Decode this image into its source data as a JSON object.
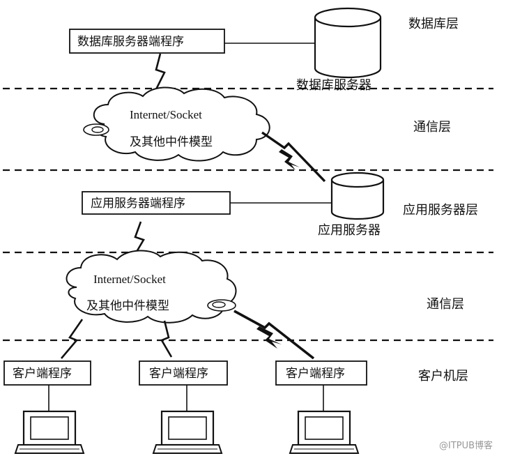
{
  "layers": {
    "database": "数据库层",
    "comm_top": "通信层",
    "app_server": "应用服务器层",
    "comm_bottom": "通信层",
    "client": "客户机层"
  },
  "boxes": {
    "db_server_program": "数据库服务器端程序",
    "app_server_program": "应用服务器端程序",
    "client_program_1": "客户端程序",
    "client_program_2": "客户端程序",
    "client_program_3": "客户端程序"
  },
  "servers": {
    "db_server": "数据库服务器",
    "app_server": "应用服务器"
  },
  "clouds": {
    "top_line1": "Internet/Socket",
    "top_line2": "及其他中件模型",
    "bottom_line1": "Internet/Socket",
    "bottom_line2": "及其他中件模型"
  },
  "watermark": "@ITPUB博客",
  "icons": {
    "database": "database-cylinder-icon",
    "computer": "computer-icon",
    "link": "lightning-link-icon",
    "network": "cloud-icon"
  }
}
